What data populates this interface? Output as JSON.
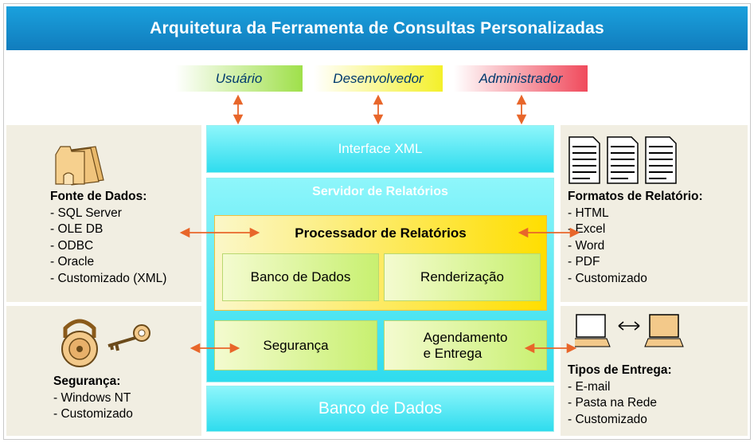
{
  "title": "Arquitetura da Ferramenta de Consultas Personalizadas",
  "roles": {
    "user": "Usuário",
    "developer": "Desenvolvedor",
    "admin": "Administrador"
  },
  "server": {
    "xml_interface": "Interface XML",
    "title": "Servidor de Relatórios",
    "processor_title": "Processador de Relatórios",
    "database": "Banco de Dados",
    "rendering": "Renderização",
    "security": "Segurança",
    "scheduling_line1": "Agendamento",
    "scheduling_line2": "e Entrega",
    "bottom_database": "Banco de Dados"
  },
  "data_sources": {
    "heading": "Fonte de Dados:",
    "items": [
      "- SQL Server",
      "- OLE DB",
      "- ODBC",
      "- Oracle",
      "- Customizado (XML)"
    ]
  },
  "security_panel": {
    "heading": "Segurança:",
    "items": [
      "- Windows NT",
      "- Customizado"
    ]
  },
  "report_formats": {
    "heading": "Formatos de Relatório:",
    "items": [
      "- HTML",
      "- Excel",
      "- Word",
      "- PDF",
      "- Customizado"
    ]
  },
  "delivery_types": {
    "heading": "Tipos de Entrega:",
    "items": [
      "- E-mail",
      "- Pasta na Rede",
      "- Customizado"
    ]
  },
  "colors": {
    "title_bar": "#1aa1dd",
    "server_cyan": "#2fdcee",
    "processor_yellow": "#ffde00",
    "arrow": "#e8662a",
    "panel_bg": "#f1eee2"
  },
  "icons": [
    "folder-icon",
    "document-icon",
    "padlock-icon",
    "key-icon",
    "monitor-icon",
    "double-arrow-icon"
  ]
}
